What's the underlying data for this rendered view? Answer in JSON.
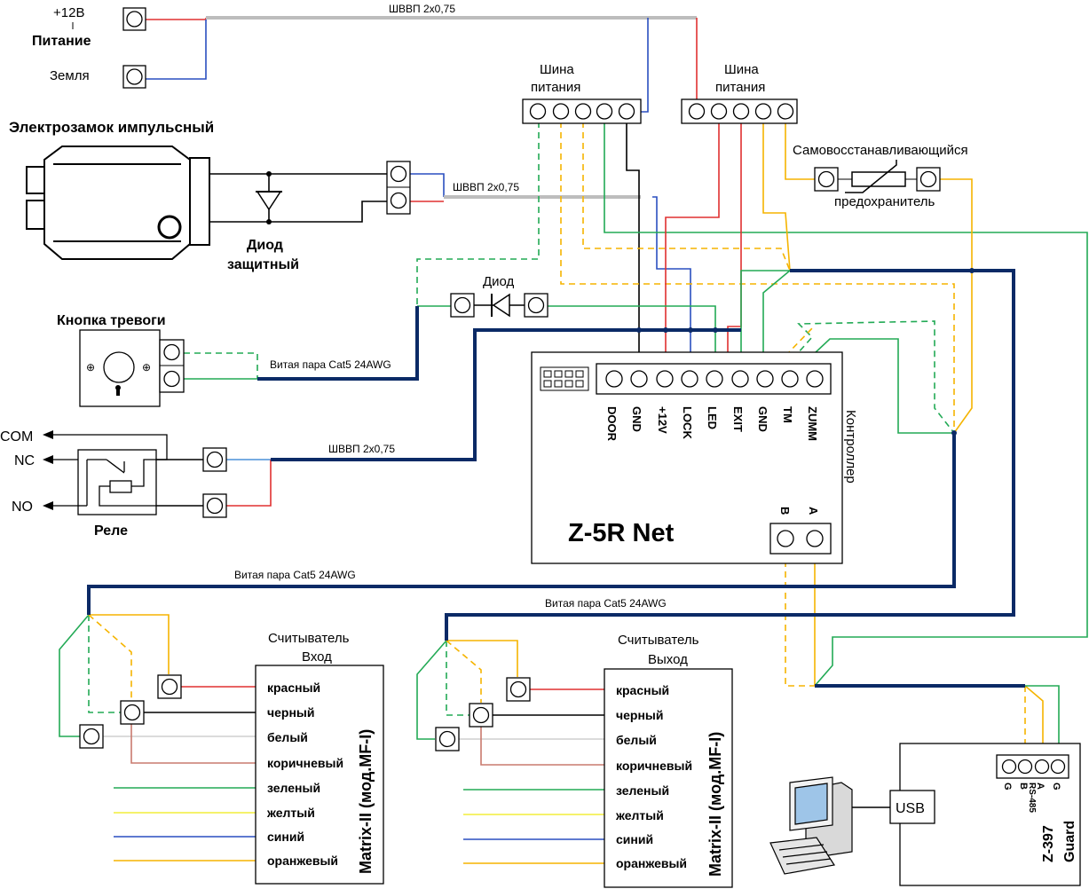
{
  "power": {
    "plus": "+12В",
    "supply": "Питание",
    "ground": "Земля"
  },
  "cables": {
    "top": "ШВВП 2х0,75",
    "lock": "ШВВП 2х0,75",
    "relay": "ШВВП 2х0,75",
    "alarm": "Витая пара Cat5 24AWG",
    "reader_in": "Витая пара Cat5 24AWG",
    "reader_out": "Витая пара Cat5 24AWG"
  },
  "bus1": {
    "line1": "Шина",
    "line2": "питания"
  },
  "bus2": {
    "line1": "Шина",
    "line2": "питания"
  },
  "lock": {
    "title": "Электрозамок импульсный"
  },
  "diode_protect": {
    "line1": "Диод",
    "line2": "защитный"
  },
  "diode": {
    "label": "Диод"
  },
  "fuse": {
    "line1": "Самовосстанавливающийся",
    "line2": "предохранитель"
  },
  "alarm": {
    "title": "Кнопка тревоги"
  },
  "relay": {
    "title": "Реле",
    "com": "COM",
    "nc": "NC",
    "no": "NO"
  },
  "controller": {
    "name": "Z-5R Net",
    "side_label": "Контроллер",
    "pins": [
      "DOOR",
      "GND",
      "+12V",
      "LOCK",
      "LED",
      "EXIT",
      "GND",
      "TM",
      "ZUMM"
    ],
    "rs_b": "B",
    "rs_a": "A"
  },
  "reader_in": {
    "line1": "Считыватель",
    "line2": "Вход",
    "model": "Matrix-II (мод.MF-I)",
    "wires": [
      "красный",
      "черный",
      "белый",
      "коричневый",
      "зеленый",
      "желтый",
      "синий",
      "оранжевый"
    ]
  },
  "reader_out": {
    "line1": "Считыватель",
    "line2": "Выход",
    "model": "Matrix-II (мод.MF-I)",
    "wires": [
      "красный",
      "черный",
      "белый",
      "коричневый",
      "зеленый",
      "желтый",
      "синий",
      "оранжевый"
    ]
  },
  "converter": {
    "usb": "USB",
    "pins": [
      "G",
      "A",
      "B",
      "G"
    ],
    "rs": "RS-485",
    "name1": "Z-397",
    "name2": "Guard"
  },
  "colors": {
    "red": "#e03030",
    "blue": "#2a4fc0",
    "green": "#22aa55",
    "orange": "#f5b400",
    "gray": "#bdbdbd",
    "navy": "#0b2a66",
    "brown": "#c97a6e",
    "cable_blue": "#4a90d9"
  }
}
